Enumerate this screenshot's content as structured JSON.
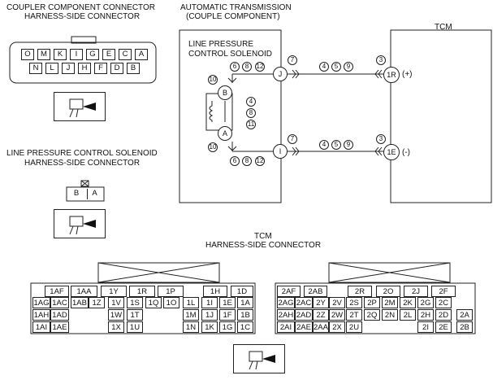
{
  "titles": {
    "coupler": "COUPLER COMPONENT CONNECTOR",
    "coupler_sub": "HARNESS-SIDE CONNECTOR",
    "at": "AUTOMATIC TRANSMISSION",
    "at_sub": "(COUPLE COMPONENT)",
    "tcm": "TCM",
    "lpcs": "LINE PRESSURE CONTROL SOLENOID",
    "lpcs_sub": "HARNESS-SIDE CONNECTOR",
    "lpcs_inner1": "LINE PRESSURE",
    "lpcs_inner2": "CONTROL SOLENOID",
    "tcm_conn": "TCM",
    "tcm_conn_sub": "HARNESS-SIDE CONNECTOR"
  },
  "coupler_pins_top": [
    "O",
    "M",
    "K",
    "I",
    "G",
    "E",
    "C",
    "A"
  ],
  "coupler_pins_bottom": [
    "N",
    "L",
    "J",
    "H",
    "F",
    "D",
    "B"
  ],
  "solenoid_pins": [
    "B",
    "A"
  ],
  "terminals": {
    "J": "J",
    "I": "I",
    "R1": "1R",
    "E1": "1E",
    "B": "B",
    "A": "A"
  },
  "polarity": {
    "plus": "(+)",
    "minus": "(-)"
  },
  "notes": {
    "j_top": "7",
    "j_left1": "6",
    "j_left2": "8",
    "j_left3": "12",
    "j_mid1": "4",
    "j_mid2": "5",
    "j_mid3": "9",
    "r_top": "3",
    "b_left": "10",
    "coil1": "4",
    "coil2": "8",
    "coil3": "11",
    "a_left": "10",
    "i_top": "7",
    "i_mid1": "4",
    "i_mid2": "5",
    "i_mid3": "9",
    "e_top": "3",
    "i_bot1": "6",
    "i_bot2": "8",
    "i_bot3": "12"
  },
  "tcm_left": {
    "row0": [
      "1AF",
      "1AA",
      "1Y",
      "1R",
      "1P",
      "1H",
      "1D"
    ],
    "row1": [
      "1AG",
      "1AC",
      "1AB",
      "1Z",
      "1V",
      "1S",
      "1Q",
      "1O",
      "1L",
      "1I",
      "1E",
      "1A"
    ],
    "row2": [
      "1AH",
      "1AD",
      "1W",
      "1T",
      "1M",
      "1J",
      "1F",
      "1B"
    ],
    "row3": [
      "1AI",
      "1AE",
      "1X",
      "1U",
      "1N",
      "1K",
      "1G",
      "1C"
    ]
  },
  "tcm_right": {
    "row0": [
      "2AF",
      "2AB",
      "2R",
      "2O",
      "2J",
      "2F"
    ],
    "row1": [
      "2AG",
      "2AC",
      "2Y",
      "2V",
      "2S",
      "2P",
      "2M",
      "2K",
      "2G",
      "2C"
    ],
    "row2": [
      "2AH",
      "2AD",
      "2Z",
      "2W",
      "2T",
      "2Q",
      "2N",
      "2L",
      "2H",
      "2D",
      "2A"
    ],
    "row3": [
      "2AI",
      "2AE",
      "2AA",
      "2X",
      "2U",
      "2I",
      "2E",
      "2B"
    ]
  }
}
